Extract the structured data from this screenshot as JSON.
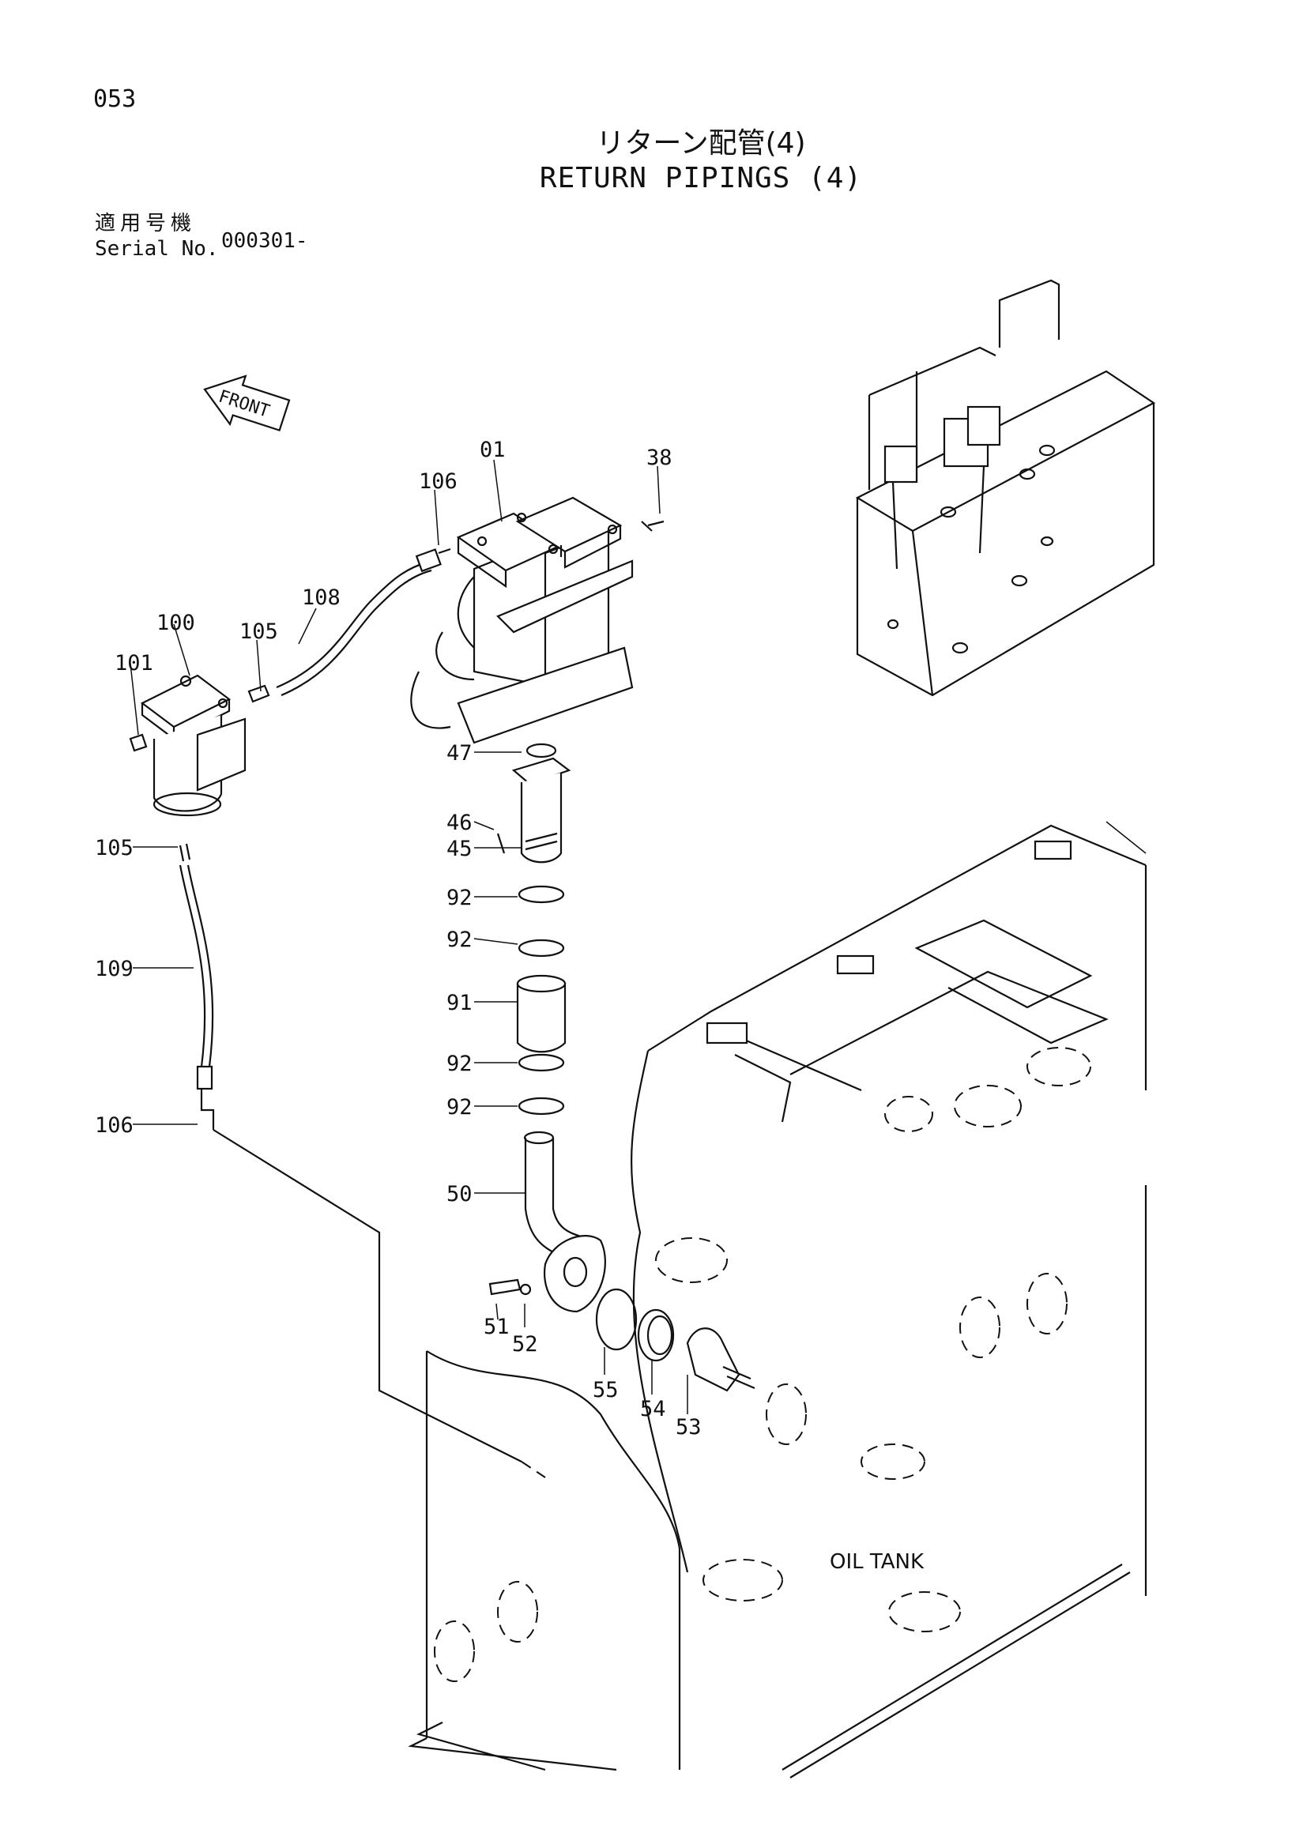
{
  "page": {
    "number": "053",
    "title_jp": "リターン配管(4)",
    "title_en": "RETURN PIPINGS (4)",
    "serial_label_jp": "適用号機",
    "serial_label_en": "Serial No.",
    "serial_value": "000301-"
  },
  "diagram": {
    "front_label": "FRONT",
    "oil_tank_label": "OIL TANK",
    "callouts": [
      "01",
      "38",
      "106",
      "108",
      "100",
      "105",
      "101",
      "47",
      "46",
      "45",
      "92",
      "92",
      "91",
      "92",
      "92",
      "105",
      "109",
      "106",
      "50",
      "51",
      "52",
      "55",
      "54",
      "53"
    ]
  }
}
